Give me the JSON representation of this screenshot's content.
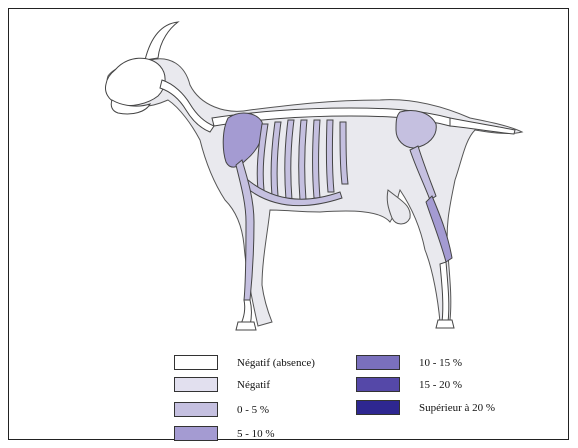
{
  "colors": {
    "body_fill": "#e9e9ee",
    "body_stroke": "#555555",
    "bone_fill": "#ffffff",
    "bone_stroke": "#444444",
    "level_negatif": "#e2e0ef",
    "level_0_5": "#c5c0e0",
    "level_5_10": "#a49bd2",
    "level_10_15": "#7a70bd",
    "level_15_20": "#5548a8",
    "level_sup_20": "#2e2791"
  },
  "legend": [
    {
      "label": "Négatif (absence)",
      "color": "#ffffff"
    },
    {
      "label": "Négatif",
      "color": "#e2e0ef"
    },
    {
      "label": "0 - 5 %",
      "color": "#c5c0e0"
    },
    {
      "label": "5 - 10 %",
      "color": "#a49bd2"
    },
    {
      "label": "10 - 15 %",
      "color": "#7a70bd"
    },
    {
      "label": "15 - 20 %",
      "color": "#5548a8"
    },
    {
      "label": "Supérieur à 20 %",
      "color": "#2e2791"
    }
  ]
}
